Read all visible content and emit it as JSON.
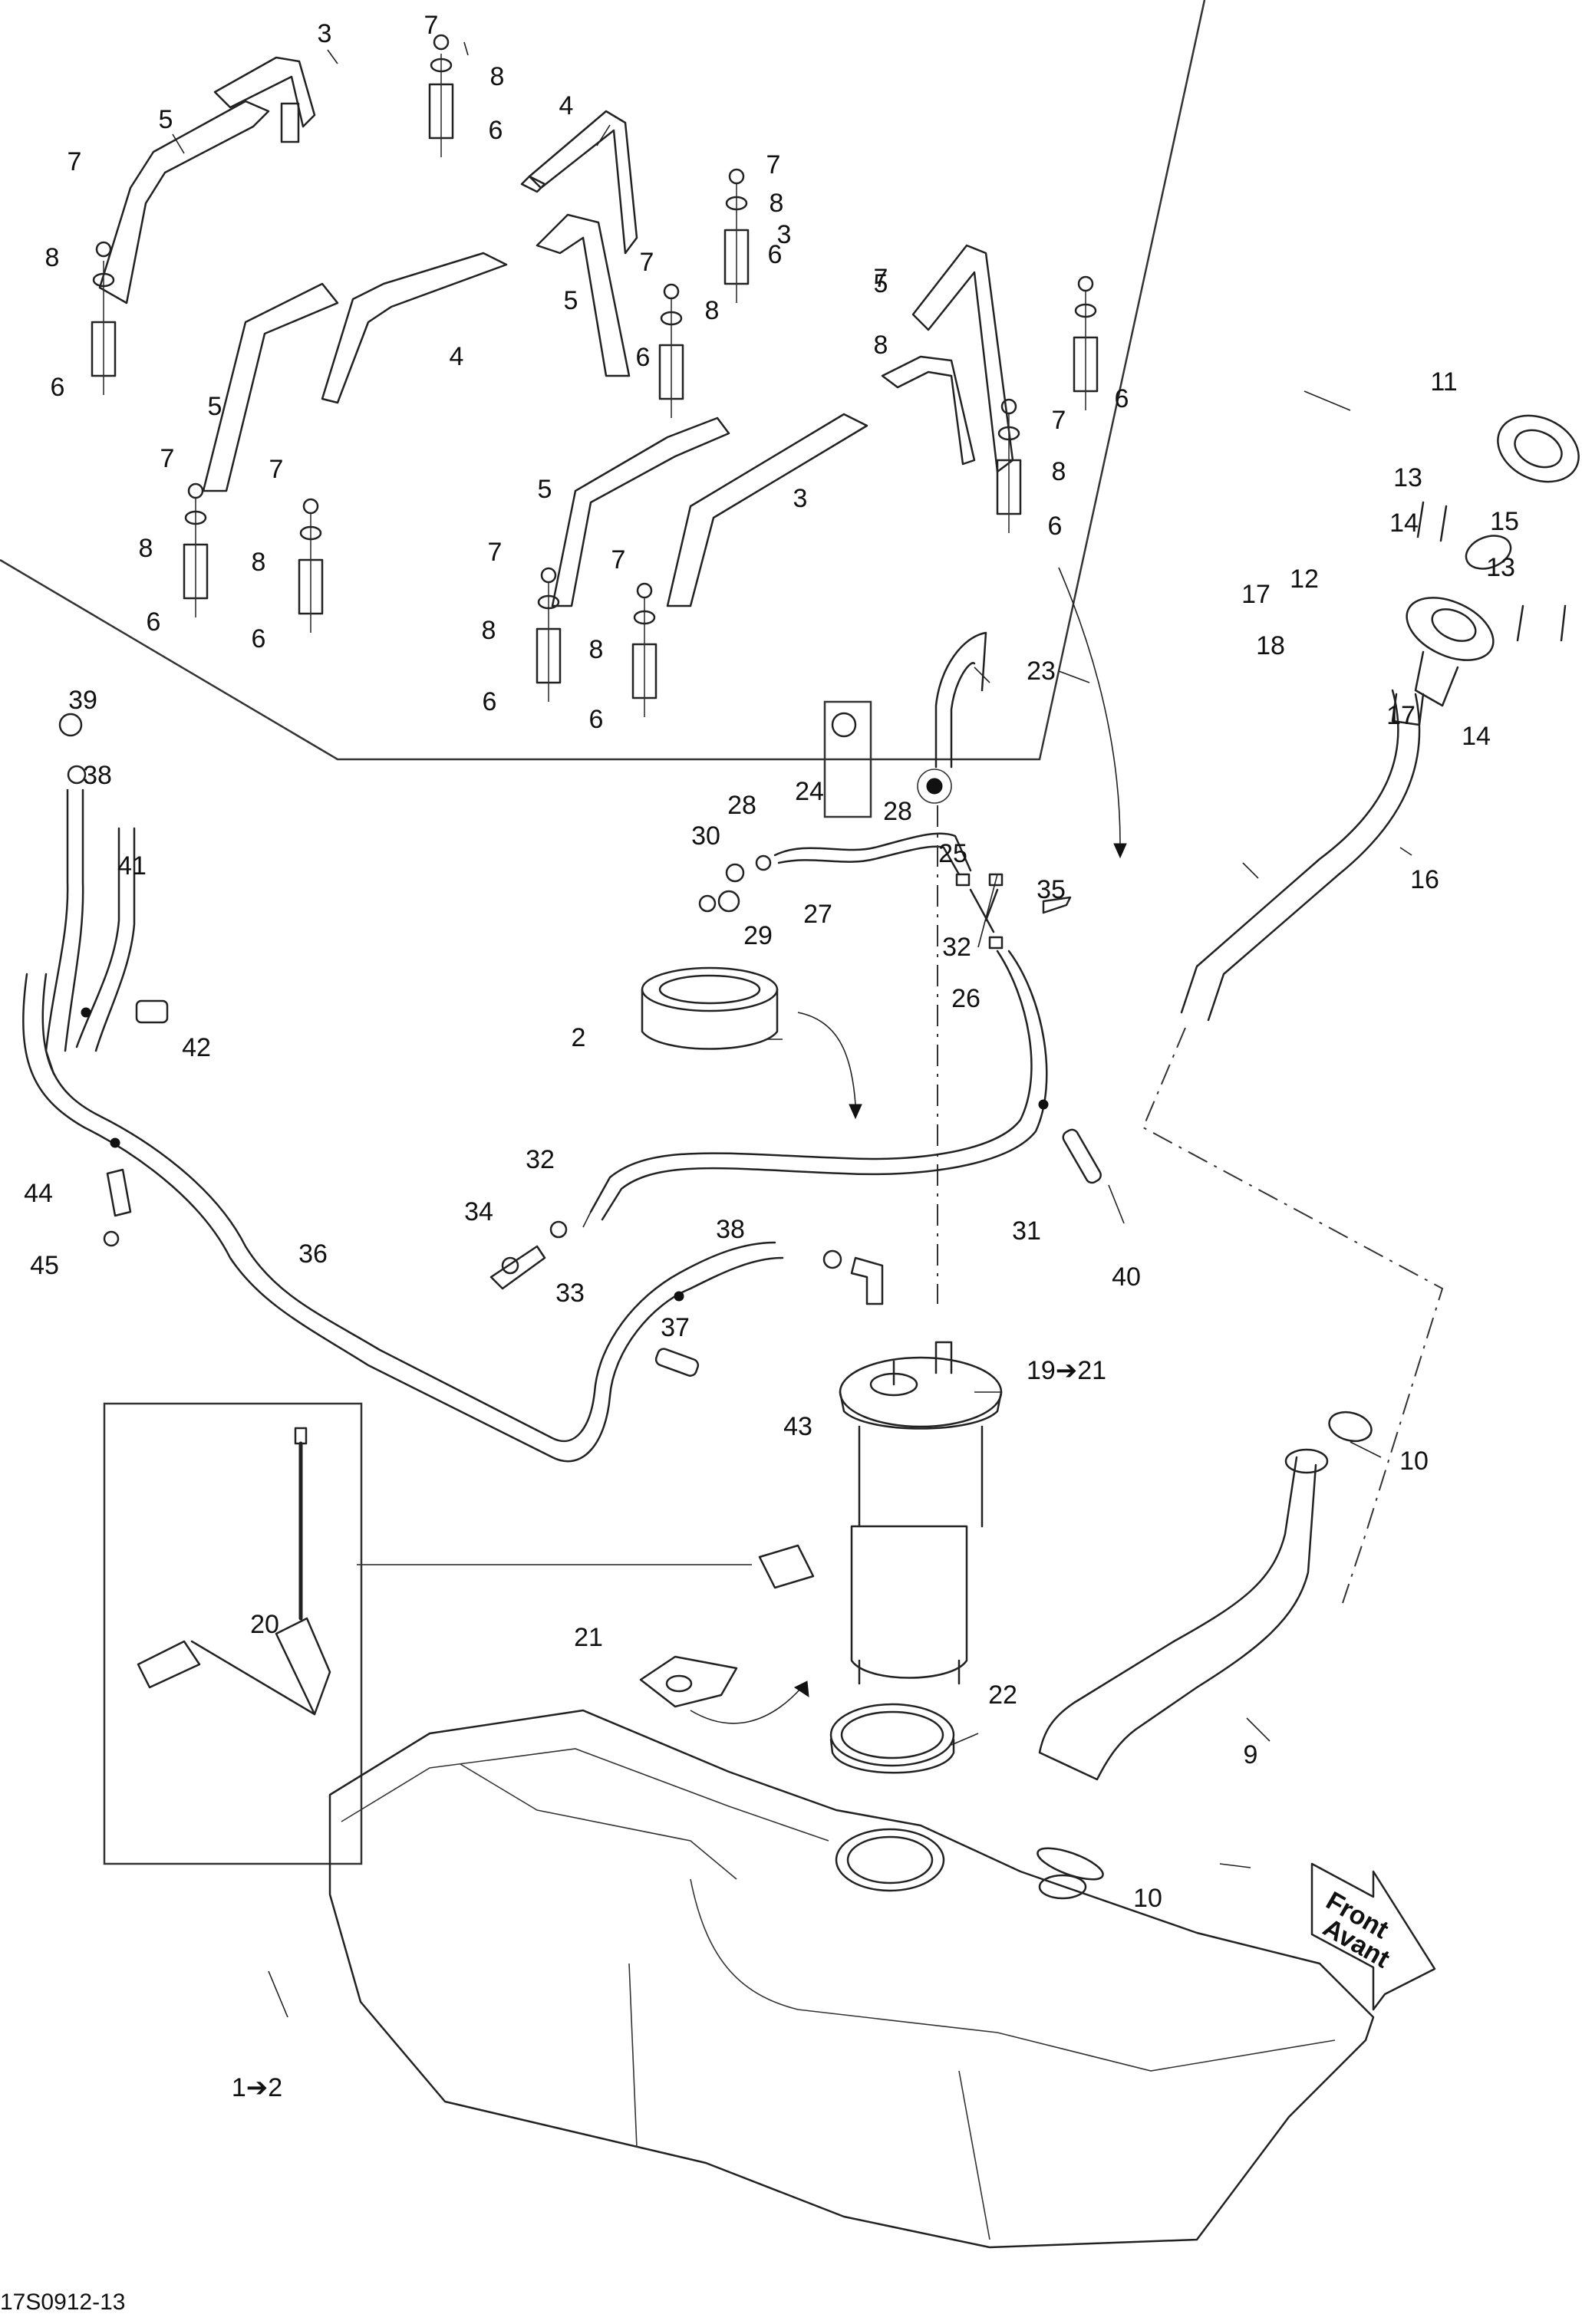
{
  "diagram": {
    "title": "Fuel system exploded parts diagram",
    "figure_id": "17S0912-13",
    "direction_arrow": {
      "line1": "Front",
      "line2": "Avant"
    },
    "callouts": {
      "c_1_2": "1➔2",
      "c_2": "2",
      "c_3a": "3",
      "c_3b": "3",
      "c_3c": "3",
      "c_4a": "4",
      "c_4b": "4",
      "c_5a": "5",
      "c_5b": "5",
      "c_5c": "5",
      "c_5d": "5",
      "c_5e": "5",
      "c_6a": "6",
      "c_6b": "6",
      "c_6c": "6",
      "c_6d": "6",
      "c_6e": "6",
      "c_6f": "6",
      "c_6g": "6",
      "c_6h": "6",
      "c_6i": "6",
      "c_6j": "6",
      "c_7a": "7",
      "c_7b": "7",
      "c_7c": "7",
      "c_7d": "7",
      "c_7e": "7",
      "c_7f": "7",
      "c_7g": "7",
      "c_7h": "7",
      "c_7i": "7",
      "c_7j": "7",
      "c_8a": "8",
      "c_8b": "8",
      "c_8c": "8",
      "c_8d": "8",
      "c_8e": "8",
      "c_8f": "8",
      "c_8g": "8",
      "c_8h": "8",
      "c_8i": "8",
      "c_8j": "8",
      "c_9": "9",
      "c_10a": "10",
      "c_10b": "10",
      "c_11": "11",
      "c_12": "12",
      "c_13a": "13",
      "c_13b": "13",
      "c_14a": "14",
      "c_14b": "14",
      "c_15": "15",
      "c_16": "16",
      "c_17a": "17",
      "c_17b": "17",
      "c_18": "18",
      "c_19_21": "19➔21",
      "c_20": "20",
      "c_21": "21",
      "c_22": "22",
      "c_23": "23",
      "c_24": "24",
      "c_25": "25",
      "c_26": "26",
      "c_27": "27",
      "c_28a": "28",
      "c_28b": "28",
      "c_29": "29",
      "c_30": "30",
      "c_31": "31",
      "c_32a": "32",
      "c_32b": "32",
      "c_33": "33",
      "c_34": "34",
      "c_35": "35",
      "c_36": "36",
      "c_37": "37",
      "c_38a": "38",
      "c_38b": "38",
      "c_39": "39",
      "c_40": "40",
      "c_41": "41",
      "c_42": "42",
      "c_43": "43",
      "c_44": "44",
      "c_45": "45"
    }
  }
}
